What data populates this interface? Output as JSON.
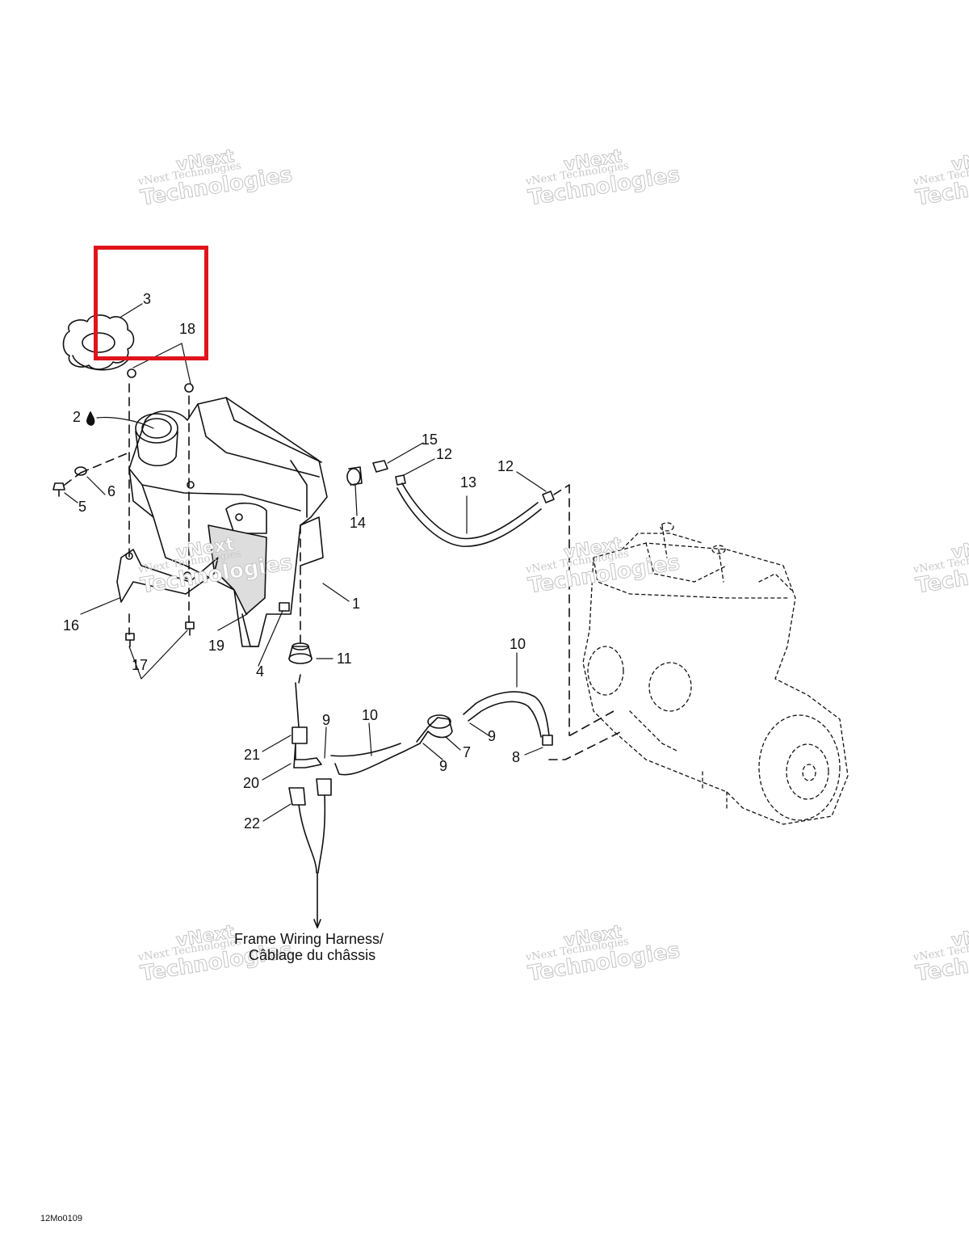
{
  "callouts": [
    "3",
    "18",
    "2",
    "6",
    "5",
    "15",
    "12",
    "12",
    "13",
    "14",
    "1",
    "16",
    "17",
    "19",
    "4",
    "11",
    "10",
    "10",
    "9",
    "9",
    "9",
    "7",
    "8",
    "21",
    "20",
    "22"
  ],
  "caption": {
    "line1": "Frame Wiring Harness/",
    "line2": "Câblage du châssis"
  },
  "figure_id": "12Mo0109",
  "watermark": {
    "line1": "vNext Technologies",
    "line2": "Technologies",
    "line3": "vNext"
  },
  "highlight_color": "#e0141c"
}
